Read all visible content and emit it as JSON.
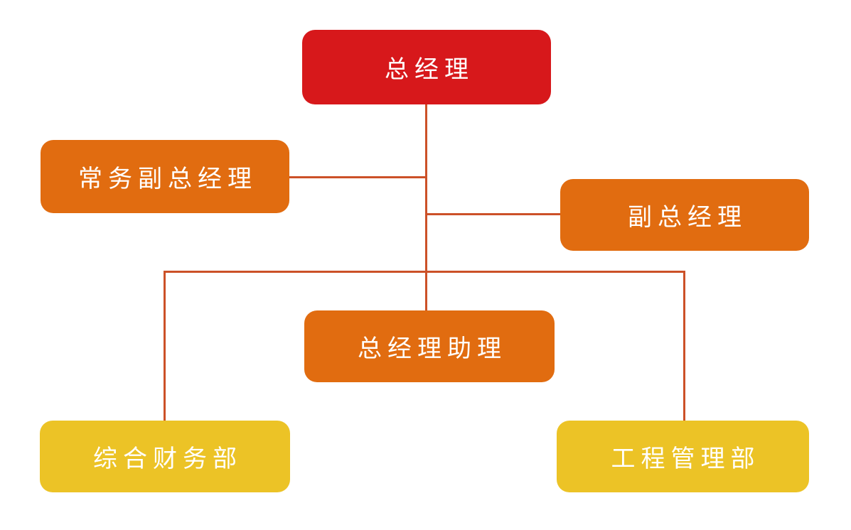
{
  "diagram": {
    "type": "org-chart",
    "nodes": [
      {
        "id": "general-manager",
        "label": "总经理",
        "level": 1,
        "color": "#d7181b"
      },
      {
        "id": "exec-deputy-gm",
        "label": "常务副总经理",
        "level": 2,
        "color": "#e16c10"
      },
      {
        "id": "deputy-gm",
        "label": "副总经理",
        "level": 2,
        "color": "#e16c10"
      },
      {
        "id": "gm-assistant",
        "label": "总经理助理",
        "level": 2,
        "color": "#e16c10"
      },
      {
        "id": "general-finance-dept",
        "label": "综合财务部",
        "level": 3,
        "color": "#ecc326"
      },
      {
        "id": "engineering-mgmt-dept",
        "label": "工程管理部",
        "level": 3,
        "color": "#ecc326"
      }
    ],
    "edges": [
      {
        "from": "general-manager",
        "to": "exec-deputy-gm"
      },
      {
        "from": "general-manager",
        "to": "deputy-gm"
      },
      {
        "from": "general-manager",
        "to": "gm-assistant"
      },
      {
        "from": "general-manager",
        "to": "general-finance-dept"
      },
      {
        "from": "general-manager",
        "to": "engineering-mgmt-dept"
      }
    ],
    "colors": {
      "level1": "#d7181b",
      "level2": "#e16c10",
      "level3": "#ecc326",
      "connector": "#cc5128",
      "text": "#ffffff",
      "background": "#ffffff"
    }
  }
}
